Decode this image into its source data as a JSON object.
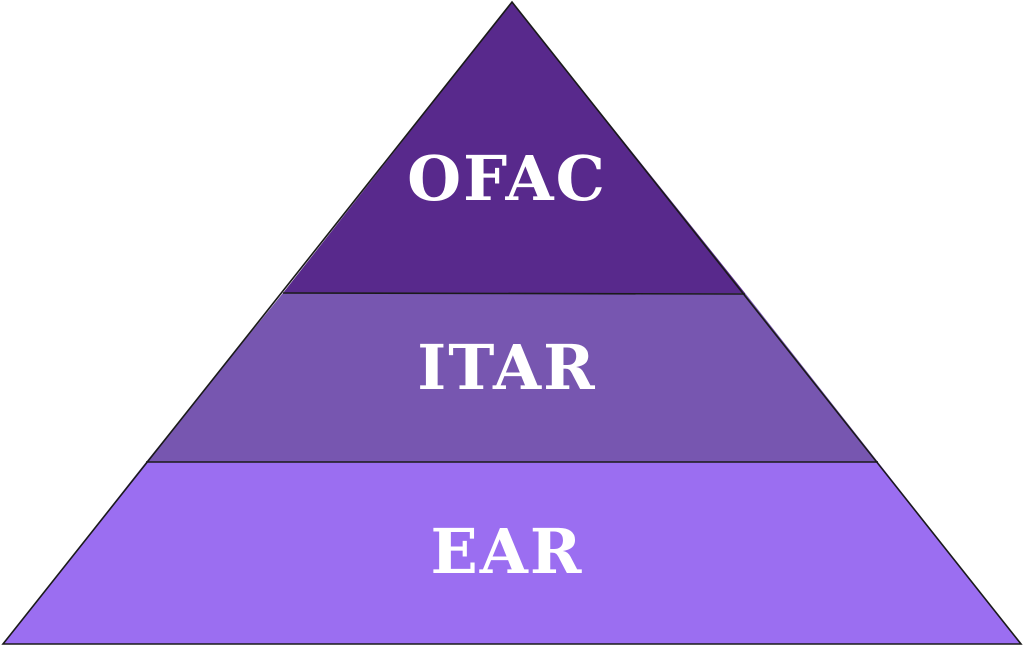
{
  "tiers": [
    {
      "label": "OFAC",
      "color": "#58298c"
    },
    {
      "label": "ITAR",
      "color": "#7756b0"
    },
    {
      "label": "EAR",
      "color": "#9b6ef1"
    }
  ],
  "outline_color": "#1a1a1a",
  "label_color": "#ffffff"
}
